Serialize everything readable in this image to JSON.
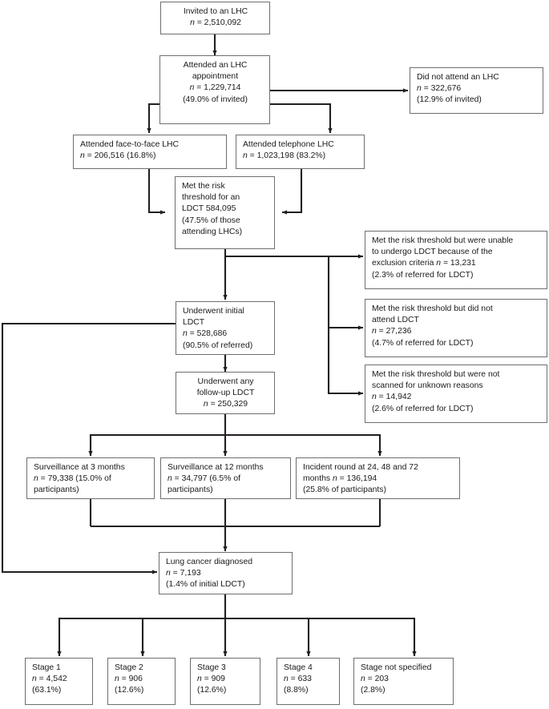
{
  "diagram": {
    "title": "Lung Health Check (LHC) participant flow diagram",
    "type": "flowchart",
    "stroke_color": "#6e6e6e",
    "arrow_color": "#231f20",
    "text_color": "#1a1a1a",
    "background": "#ffffff"
  },
  "nodes": {
    "invited": {
      "lines": [
        "Invited to an LHC",
        "n = 2,510,092"
      ],
      "italic_prefix": [
        false,
        true
      ],
      "align": "center"
    },
    "attended": {
      "lines": [
        "Attended an LHC",
        "appointment",
        "n = 1,229,714",
        "(49.0% of invited)"
      ],
      "italic_prefix": [
        false,
        false,
        true,
        false
      ],
      "align": "center"
    },
    "did_not_attend": {
      "lines": [
        "Did not attend an LHC",
        "n = 322,676",
        "(12.9% of invited)"
      ],
      "italic_prefix": [
        false,
        true,
        false
      ],
      "align": "left"
    },
    "face_to_face": {
      "lines": [
        "Attended face-to-face LHC",
        "n = 206,516 (16.8%)"
      ],
      "italic_prefix": [
        false,
        true
      ],
      "align": "left"
    },
    "telephone": {
      "lines": [
        "Attended telephone LHC",
        "n = 1,023,198 (83.2%)"
      ],
      "italic_prefix": [
        false,
        true
      ],
      "align": "left"
    },
    "met_threshold": {
      "lines": [
        "Met the risk",
        "threshold for an",
        "LDCT 584,095",
        "(47.5% of those",
        "attending LHCs)"
      ],
      "italic_prefix": [
        false,
        false,
        false,
        false,
        false
      ],
      "align": "left"
    },
    "exclusion_criteria": {
      "lines": [
        "Met the risk threshold but were unable",
        "to undergo LDCT because of the",
        "exclusion criteria n = 13,231",
        "(2.3% of referred for LDCT)"
      ],
      "align": "left"
    },
    "did_not_attend_ldct": {
      "lines": [
        "Met the risk threshold but did not",
        "attend LDCT",
        "n = 27,236",
        "(4.7% of referred for LDCT)"
      ],
      "italic_prefix": [
        false,
        false,
        true,
        false
      ],
      "align": "left"
    },
    "not_scanned_unknown": {
      "lines": [
        "Met the risk threshold but were not",
        "scanned for unknown reasons",
        "n = 14,942",
        "(2.6% of referred for LDCT)"
      ],
      "italic_prefix": [
        false,
        false,
        true,
        false
      ],
      "align": "left"
    },
    "initial_ldct": {
      "lines": [
        "Underwent initial",
        "LDCT",
        "n = 528,686",
        "(90.5% of referred)"
      ],
      "italic_prefix": [
        false,
        false,
        true,
        false
      ],
      "align": "left"
    },
    "followup_ldct": {
      "lines": [
        "Underwent any",
        "follow-up LDCT",
        "n = 250,329"
      ],
      "italic_prefix": [
        false,
        false,
        true
      ],
      "align": "center"
    },
    "surv_3m": {
      "lines": [
        "Surveillance at 3 months",
        "n = 79,338 (15.0% of",
        "participants)"
      ],
      "italic_prefix": [
        false,
        true,
        false
      ],
      "align": "left"
    },
    "surv_12m": {
      "lines": [
        "Surveillance at 12 months",
        "n = 34,797 (6.5% of",
        "participants)"
      ],
      "italic_prefix": [
        false,
        true,
        false
      ],
      "align": "left"
    },
    "incident_round": {
      "lines": [
        "Incident round at 24, 48 and 72",
        "months n = 136,194",
        "(25.8% of participants)"
      ],
      "align": "left"
    },
    "lung_cancer": {
      "lines": [
        "Lung cancer diagnosed",
        "n = 7,193",
        "(1.4% of initial LDCT)"
      ],
      "italic_prefix": [
        false,
        true,
        false
      ],
      "align": "left"
    },
    "stage1": {
      "lines": [
        "Stage 1",
        "n = 4,542",
        "(63.1%)"
      ],
      "italic_prefix": [
        false,
        true,
        false
      ],
      "align": "left"
    },
    "stage2": {
      "lines": [
        "Stage 2",
        "n = 906",
        "(12.6%)"
      ],
      "italic_prefix": [
        false,
        true,
        false
      ],
      "align": "left"
    },
    "stage3": {
      "lines": [
        "Stage 3",
        "n = 909",
        "(12.6%)"
      ],
      "italic_prefix": [
        false,
        true,
        false
      ],
      "align": "left"
    },
    "stage4": {
      "lines": [
        "Stage 4",
        "n = 633",
        "(8.8%)"
      ],
      "italic_prefix": [
        false,
        true,
        false
      ],
      "align": "left"
    },
    "stage_unspecified": {
      "lines": [
        "Stage not specified",
        "n = 203",
        "(2.8%)"
      ],
      "italic_prefix": [
        false,
        true,
        false
      ],
      "align": "left"
    }
  }
}
